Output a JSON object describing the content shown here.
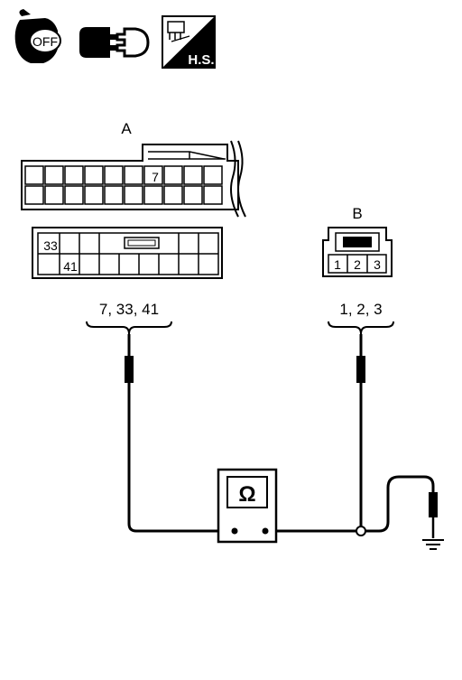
{
  "icons": {
    "ignition_text": "OFF",
    "harness_badge": "H.S."
  },
  "connector_a": {
    "label": "A",
    "terminal_top": "7",
    "terminal_left": "33",
    "terminal_bottom": "41",
    "terminals_caption": "7, 33, 41"
  },
  "connector_b": {
    "label": "B",
    "terminals": [
      "1",
      "2",
      "3"
    ],
    "terminals_caption": "1, 2, 3"
  },
  "meter": {
    "symbol": "Ω"
  }
}
